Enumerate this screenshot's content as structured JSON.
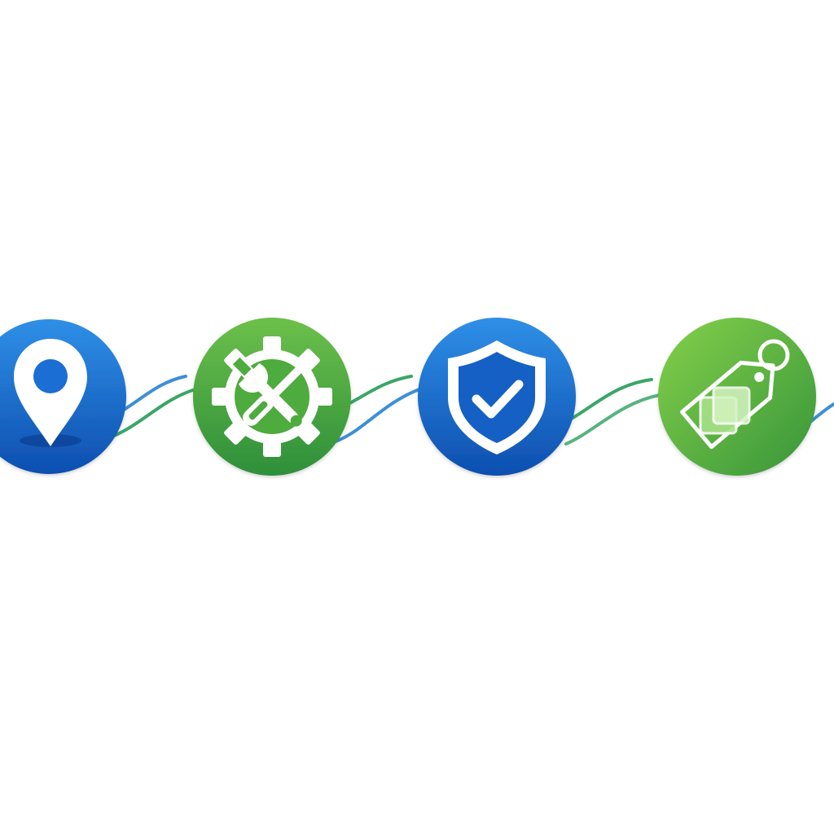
{
  "diagram": {
    "title": "",
    "nodes": [
      {
        "id": "location",
        "icon": "location-pin-icon",
        "color_theme": "blue"
      },
      {
        "id": "tools",
        "icon": "gear-tools-icon",
        "color_theme": "green"
      },
      {
        "id": "security",
        "icon": "shield-check-icon",
        "color_theme": "blue"
      },
      {
        "id": "tag",
        "icon": "price-tag-icon",
        "color_theme": "green"
      }
    ],
    "connectors": [
      {
        "from": "location",
        "to": "tools"
      },
      {
        "from": "tools",
        "to": "security"
      },
      {
        "from": "security",
        "to": "tag"
      },
      {
        "from": "tag",
        "to": "offscreen-right"
      }
    ]
  },
  "colors": {
    "blue_light": "#2f8fe6",
    "blue_dark": "#0d4fb0",
    "green_light": "#7ccc4a",
    "green_dark": "#2e8f3a",
    "line_blue": "#3c8fd6",
    "line_green": "#3aa667",
    "icon_white": "#ffffff",
    "tag_fill_light": "#c9efb0",
    "background": "#ffffff"
  }
}
